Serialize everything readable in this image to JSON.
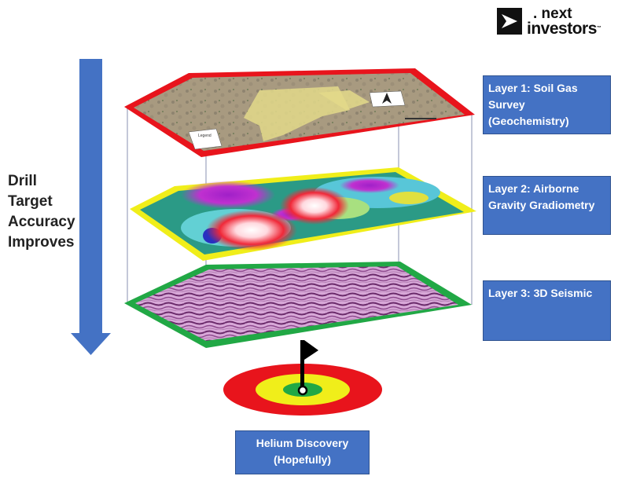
{
  "logo": {
    "line1": ". next",
    "line2": "investors",
    "tm": "™"
  },
  "arrow_label": {
    "lines": [
      "Drill",
      "Target",
      "Accuracy",
      "Improves"
    ]
  },
  "layers": [
    {
      "title": "Layer 1: Soil Gas Survey (Geochemistry)",
      "border_color": "#e8141c"
    },
    {
      "title": "Layer 2: Airborne Gravity Gradiometry",
      "border_color": "#f0ee1a"
    },
    {
      "title": "Layer 3: 3D Seismic",
      "border_color": "#21a845"
    }
  ],
  "target": {
    "label": "Helium Discovery (Hopefully)",
    "rings": [
      "#e8141c",
      "#f0ee1a",
      "#21a845"
    ]
  },
  "map_legend": {
    "title": "Legend"
  },
  "colors": {
    "box_fill": "#4472c4",
    "arrow_fill": "#4472c4"
  }
}
